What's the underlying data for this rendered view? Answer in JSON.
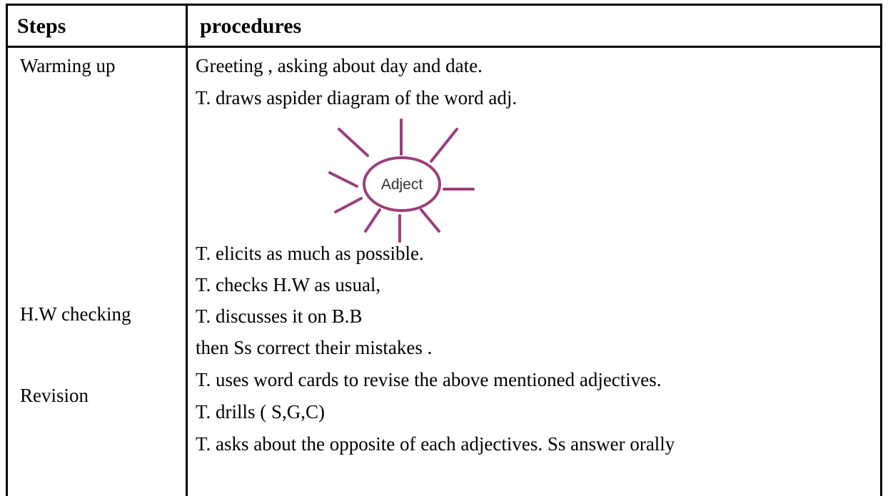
{
  "table": {
    "headers": {
      "steps": "Steps",
      "procedures": "procedures"
    },
    "steps": {
      "warming_up": "Warming up",
      "hw_checking": "H.W checking",
      "revision": "Revision"
    },
    "procedures": [
      "Greeting , asking about day and date.",
      "T. draws aspider diagram of the word adj.",
      "T. elicits as much as possible.",
      "T. checks H.W as usual,",
      "T. discusses it on B.B",
      " then Ss correct their mistakes .",
      "T. uses word cards to revise the above mentioned adjectives.",
      "T. drills ( S,G,C)",
      "T. asks about the opposite of each adjectives. Ss answer orally"
    ]
  },
  "diagram": {
    "center_word": "Adject",
    "stroke_color": "#9b3f7c"
  }
}
